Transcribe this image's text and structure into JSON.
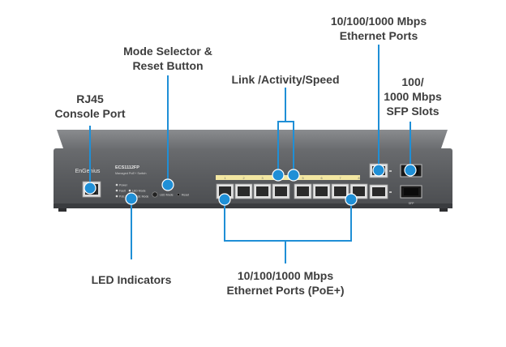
{
  "callouts": {
    "console": {
      "line1": "RJ45",
      "line2": "Console Port"
    },
    "mode": {
      "line1": "Mode Selector &",
      "line2": "Reset Button"
    },
    "link": {
      "line1": "Link /Activity/Speed"
    },
    "eth_top": {
      "line1": "10/100/1000 Mbps",
      "line2": "Ethernet Ports"
    },
    "sfp": {
      "line1": "100/",
      "line2": "1000 Mbps",
      "line3": "SFP Slots"
    },
    "led": {
      "line1": "LED Indicators"
    },
    "poe": {
      "line1": "10/100/1000 Mbps",
      "line2": "Ethernet Ports (PoE+)"
    }
  },
  "device": {
    "brand": "EnGenius",
    "model": "ECS1112FP",
    "subtitle": "Managed PoE+ Switch",
    "led_labels": [
      "Power",
      "Fault",
      "LED Mode",
      "PoE Budget",
      "PoE Mode"
    ],
    "mode_label": "LED Mode",
    "reset_label": "Reset",
    "port_numbers": [
      "1",
      "2",
      "3",
      "4",
      "5",
      "6",
      "7",
      "8"
    ],
    "sfp_label": "SFP"
  },
  "colors": {
    "callout": "#1f8fd6",
    "chassis": "#5c5e61",
    "chassis_dark": "#3e4043",
    "port_led": "#f3e7a2"
  }
}
